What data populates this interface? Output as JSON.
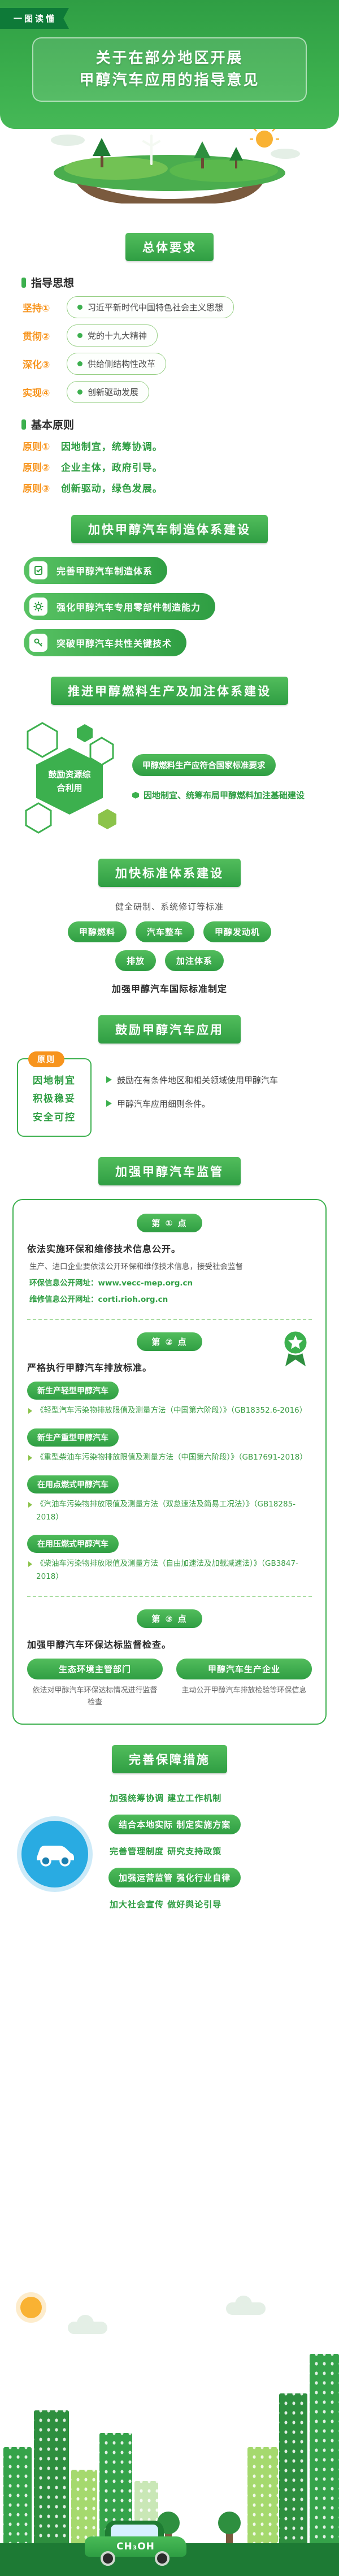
{
  "colors": {
    "primary_green": "#3cb04e",
    "dark_green": "#2e8f3f",
    "ribbon_fold_green": "#1f7c33",
    "accent_orange": "#f7941d",
    "accent_blue": "#29abe2",
    "light_green": "#e9f5e3"
  },
  "header": {
    "tag": "一图读懂",
    "title_line1": "关于在部分地区开展",
    "title_line2": "甲醇汽车应用的指导意见"
  },
  "overall": {
    "banner": "总体要求",
    "guiding_heading": "指导思想",
    "guiding": [
      {
        "label": "坚持①",
        "text": "习近平新时代中国特色社会主义思想"
      },
      {
        "label": "贯彻②",
        "text": "党的十九大精神"
      },
      {
        "label": "深化③",
        "text": "供给侧结构性改革"
      },
      {
        "label": "实现④",
        "text": "创新驱动发展"
      }
    ],
    "principles_heading": "基本原则",
    "principles": [
      {
        "label": "原则①",
        "text": "因地制宜，统筹协调。"
      },
      {
        "label": "原则②",
        "text": "企业主体，政府引导。"
      },
      {
        "label": "原则③",
        "text": "创新驱动，绿色发展。"
      }
    ]
  },
  "manufacturing": {
    "banner": "加快甲醇汽车制造体系建设",
    "items": [
      "完善甲醇汽车制造体系",
      "强化甲醇汽车专用零部件制造能力",
      "突破甲醇汽车共性关键技术"
    ]
  },
  "fuel": {
    "banner": "推进甲醇燃料生产及加注体系建设",
    "hex_label": "鼓励资源综合利用",
    "items": [
      "甲醇燃料生产应符合国家标准要求",
      "因地制宜、统筹布局甲醇燃料加注基础建设"
    ]
  },
  "standards": {
    "banner": "加快标准体系建设",
    "intro": "健全研制、系统修订等标准",
    "pills": [
      "甲醇燃料",
      "汽车整车",
      "甲醇发动机",
      "排放",
      "加注体系"
    ],
    "footer": "加强甲醇汽车国际标准制定"
  },
  "application": {
    "banner": "鼓励甲醇汽车应用",
    "principle_tag": "原则",
    "box_lines": [
      "因地制宜",
      "积极稳妥",
      "安全可控"
    ],
    "items": [
      "鼓励在有条件地区和相关领域使用甲醇汽车",
      "甲醇汽车应用细则条件。"
    ]
  },
  "supervision": {
    "banner": "加强甲醇汽车监管",
    "points": [
      {
        "badge": "第 ① 点",
        "title": "依法实施环保和维修技术信息公开。",
        "lines": [
          "生产、进口企业要依法公开环保和维修技术信息，接受社会监督",
          "环保信息公开网址：www.vecc-mep.org.cn",
          "维修信息公开网址：corti.rioh.org.cn"
        ]
      },
      {
        "badge": "第 ② 点",
        "title": "严格执行甲醇汽车排放标准。",
        "standards": [
          {
            "pill": "新生产轻型甲醇汽车",
            "text": "《轻型汽车污染物排放限值及测量方法（中国第六阶段）》（GB18352.6-2016）"
          },
          {
            "pill": "新生产重型甲醇汽车",
            "text": "《重型柴油车污染物排放限值及测量方法（中国第六阶段）》（GB17691-2018）"
          },
          {
            "pill": "在用点燃式甲醇汽车",
            "text": "《汽油车污染物排放限值及测量方法（双怠速法及简易工况法）》（GB18285-2018）"
          },
          {
            "pill": "在用压燃式甲醇汽车",
            "text": "《柴油车污染物排放限值及测量方法（自由加速法及加载减速法）》（GB3847-2018）"
          }
        ]
      },
      {
        "badge": "第 ③ 点",
        "title": "加强甲醇汽车环保达标监督检查。",
        "parties": [
          {
            "name": "生态环境主管部门",
            "desc": "依法对甲醇汽车环保达标情况进行监督检查"
          },
          {
            "name": "甲醇汽车生产企业",
            "desc": "主动公开甲醇汽车排放检验等环保信息"
          }
        ]
      }
    ]
  },
  "safeguard": {
    "banner": "完善保障措施",
    "items": [
      "加强统筹协调 建立工作机制",
      "结合本地实际 制定实施方案",
      "完善管理制度 研究支持政策",
      "加强运营监管 强化行业自律",
      "加大社会宣传 做好舆论引导"
    ]
  },
  "footer": {
    "car_label": "CH₃OH"
  }
}
